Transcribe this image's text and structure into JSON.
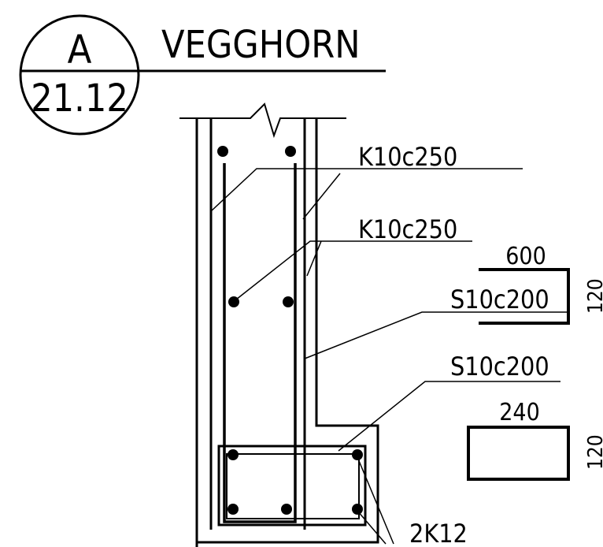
{
  "detail": {
    "letter": "A",
    "sheet": "21.12",
    "title": "VEGGHORN"
  },
  "labels": {
    "k1": "K10c250",
    "k2": "K10c250",
    "s1": "S10c200",
    "s2": "S10c200",
    "bottom_bars": "2K12"
  },
  "shapes": {
    "s1_width": "600",
    "s1_height": "120",
    "s2_width": "240",
    "s2_height": "120"
  }
}
